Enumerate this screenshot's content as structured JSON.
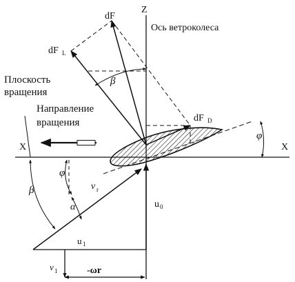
{
  "labels": {
    "z_axis": "Z",
    "wheel_axis": "Ось ветроколеса",
    "x_left": "X",
    "x_right": "X",
    "rotation_plane_1": "Плоскость",
    "rotation_plane_2": "вращения",
    "rotation_dir_1": "Направление",
    "rotation_dir_2": "вращения",
    "dF": "dF",
    "dF_L": "dF",
    "dF_L_sub": "L",
    "dF_D": "dF",
    "dF_D_sub": "D",
    "beta_top": "β",
    "beta_left": "β",
    "phi_left": "φ",
    "phi_right": "φ",
    "alpha": "α",
    "v_r": "v",
    "v_r_sub": "r",
    "u_0": "u",
    "u_0_sub": "0",
    "u_1": "u",
    "u_1_sub": "1",
    "v_1": "v",
    "v_1_sub": "1",
    "omega_r": "-ωr"
  },
  "colors": {
    "ink": "#111111",
    "background": "#ffffff"
  }
}
